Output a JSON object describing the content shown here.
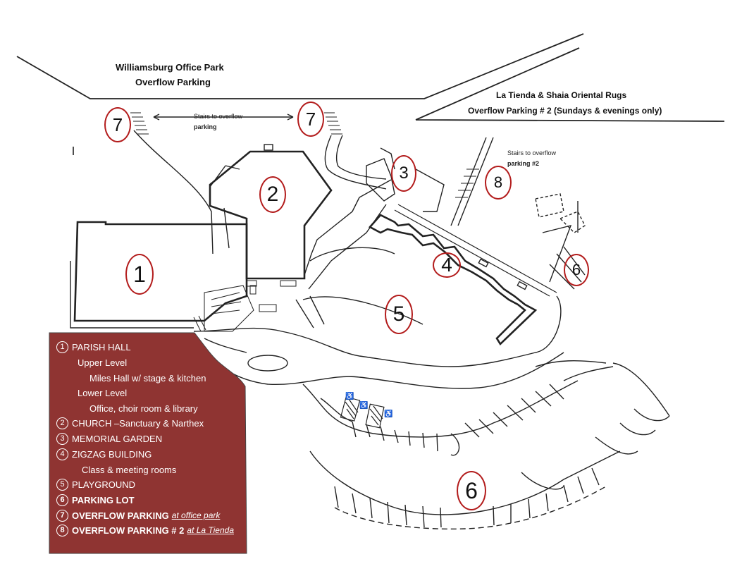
{
  "labels": {
    "office_park": "Williamsburg Office Park",
    "overflow": "Overflow Parking",
    "la_tienda": "La Tienda & Shaia Oriental Rugs",
    "overflow2": "Overflow Parking # 2  (Sundays & evenings only)",
    "stairs1_a": "Stairs to overflow",
    "stairs1_b": "parking",
    "stairs2_a": "Stairs to overflow",
    "stairs2_b": "parking #2"
  },
  "markers": {
    "m1": "1",
    "m2": "2",
    "m3": "3",
    "m4": "4",
    "m5": "5",
    "m6a": "6",
    "m6b": "6",
    "m7a": "7",
    "m7b": "7",
    "m8": "8"
  },
  "legend": {
    "r1_num": "1",
    "r1_text": "PARISH HALL",
    "r1a": "Upper Level",
    "r1b": "Miles Hall w/ stage & kitchen",
    "r1c": "Lower Level",
    "r1d": "Office, choir room & library",
    "r2_num": "2",
    "r2_text": "CHURCH –Sanctuary & Narthex",
    "r3_num": "3",
    "r3_text": "MEMORIAL GARDEN",
    "r4_num": "4",
    "r4_text": "ZIGZAG BUILDING",
    "r4a": "Class & meeting rooms",
    "r5_num": "5",
    "r5_text": "PLAYGROUND",
    "r6_num": "6",
    "r6_text": "PARKING LOT",
    "r7_num": "7",
    "r7_text": "OVERFLOW PARKING",
    "r7_sub": "at office park",
    "r8_num": "8",
    "r8_text": "OVERFLOW PARKING # 2",
    "r8_sub": "at La Tienda"
  },
  "colors": {
    "legend_bg": "#8f3432",
    "marker": "#b31c1c"
  }
}
